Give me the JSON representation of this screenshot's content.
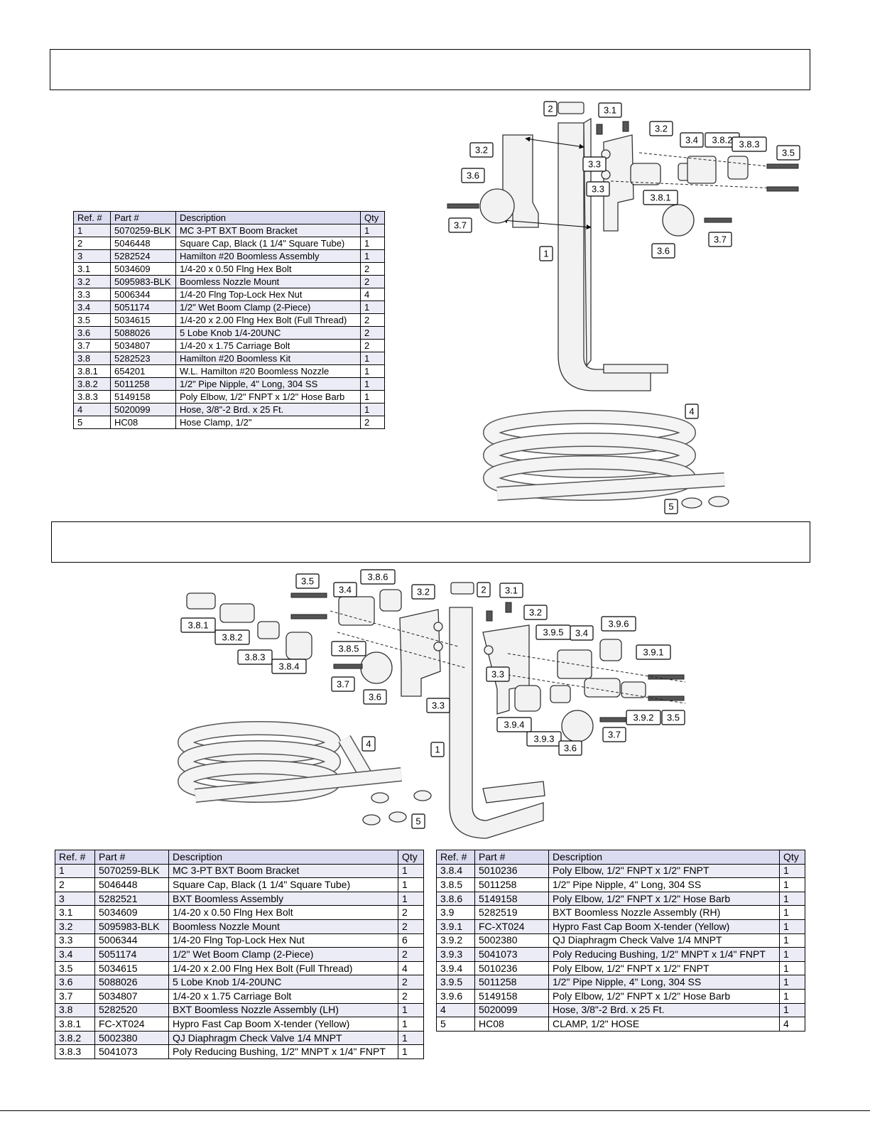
{
  "section1": {
    "title": "",
    "table": {
      "headers": [
        "Ref. #",
        "Part #",
        "Description",
        "Qty"
      ],
      "rows": [
        [
          "1",
          "5070259-BLK",
          "MC 3-PT BXT Boom Bracket",
          "1"
        ],
        [
          "2",
          "5046448",
          "Square Cap, Black (1 1/4\" Square Tube)",
          "1"
        ],
        [
          "3",
          "5282524",
          "Hamilton #20 Boomless Assembly",
          "1"
        ],
        [
          "3.1",
          "5034609",
          "1/4-20 x 0.50 Flng Hex Bolt",
          "2"
        ],
        [
          "3.2",
          "5095983-BLK",
          "Boomless Nozzle Mount",
          "2"
        ],
        [
          "3.3",
          "5006344",
          "1/4-20 Flng Top-Lock Hex Nut",
          "4"
        ],
        [
          "3.4",
          "5051174",
          "1/2\" Wet Boom Clamp (2-Piece)",
          "1"
        ],
        [
          "3.5",
          "5034615",
          "1/4-20 x 2.00 Flng Hex Bolt (Full Thread)",
          "2"
        ],
        [
          "3.6",
          "5088026",
          "5 Lobe Knob 1/4-20UNC",
          "2"
        ],
        [
          "3.7",
          "5034807",
          "1/4-20 x 1.75 Carriage Bolt",
          "2"
        ],
        [
          "3.8",
          "5282523",
          "Hamilton #20 Boomless Kit",
          "1"
        ],
        [
          "3.8.1",
          "654201",
          "W.L. Hamilton #20 Boomless Nozzle",
          "1"
        ],
        [
          "3.8.2",
          "5011258",
          "1/2\" Pipe Nipple, 4\" Long, 304 SS",
          "1"
        ],
        [
          "3.8.3",
          "5149158",
          "Poly Elbow, 1/2\" FNPT x 1/2\" Hose Barb",
          "1"
        ],
        [
          "4",
          "5020099",
          "Hose, 3/8\"-2 Brd. x 25 Ft.",
          "1"
        ],
        [
          "5",
          "HC08",
          "Hose Clamp, 1/2\"",
          "2"
        ]
      ]
    },
    "callouts": [
      "2",
      "3.1",
      "3.2",
      "3.2",
      "3.4",
      "3.8.2",
      "3.8.3",
      "3.5",
      "3.3",
      "3.3",
      "3.6",
      "3.8.1",
      "3.7",
      "3.7",
      "3.6",
      "1",
      "4",
      "5"
    ]
  },
  "section2": {
    "title": "",
    "table_left": {
      "headers": [
        "Ref. #",
        "Part #",
        "Description",
        "Qty"
      ],
      "rows": [
        [
          "1",
          "5070259-BLK",
          "MC 3-PT BXT Boom Bracket",
          "1"
        ],
        [
          "2",
          "5046448",
          "Square Cap, Black (1 1/4\" Square Tube)",
          "1"
        ],
        [
          "3",
          "5282521",
          "BXT Boomless Assembly",
          "1"
        ],
        [
          "3.1",
          "5034609",
          "1/4-20 x 0.50 Flng Hex Bolt",
          "2"
        ],
        [
          "3.2",
          "5095983-BLK",
          "Boomless Nozzle Mount",
          "2"
        ],
        [
          "3.3",
          "5006344",
          "1/4-20 Flng Top-Lock Hex Nut",
          "6"
        ],
        [
          "3.4",
          "5051174",
          "1/2\" Wet Boom Clamp (2-Piece)",
          "2"
        ],
        [
          "3.5",
          "5034615",
          "1/4-20 x 2.00 Flng Hex Bolt (Full Thread)",
          "4"
        ],
        [
          "3.6",
          "5088026",
          "5 Lobe Knob 1/4-20UNC",
          "2"
        ],
        [
          "3.7",
          "5034807",
          "1/4-20 x 1.75 Carriage Bolt",
          "2"
        ],
        [
          "3.8",
          "5282520",
          "BXT Boomless Nozzle Assembly (LH)",
          "1"
        ],
        [
          "3.8.1",
          "FC-XT024",
          "Hypro Fast Cap Boom X-tender (Yellow)",
          "1"
        ],
        [
          "3.8.2",
          "5002380",
          "QJ Diaphragm Check Valve 1/4 MNPT",
          "1"
        ],
        [
          "3.8.3",
          "5041073",
          "Poly Reducing Bushing, 1/2\" MNPT x 1/4\" FNPT",
          "1"
        ]
      ]
    },
    "table_right": {
      "headers": [
        "Ref. #",
        "Part #",
        "Description",
        "Qty"
      ],
      "rows": [
        [
          "3.8.4",
          "5010236",
          "Poly Elbow, 1/2\" FNPT x 1/2\" FNPT",
          "1"
        ],
        [
          "3.8.5",
          "5011258",
          "1/2\" Pipe Nipple, 4\" Long, 304 SS",
          "1"
        ],
        [
          "3.8.6",
          "5149158",
          "Poly Elbow, 1/2\" FNPT x 1/2\" Hose Barb",
          "1"
        ],
        [
          "3.9",
          "5282519",
          "BXT Boomless Nozzle Assembly (RH)",
          "1"
        ],
        [
          "3.9.1",
          "FC-XT024",
          "Hypro Fast Cap Boom X-tender (Yellow)",
          "1"
        ],
        [
          "3.9.2",
          "5002380",
          "QJ Diaphragm Check Valve 1/4 MNPT",
          "1"
        ],
        [
          "3.9.3",
          "5041073",
          "Poly Reducing Bushing, 1/2\" MNPT x 1/4\" FNPT",
          "1"
        ],
        [
          "3.9.4",
          "5010236",
          "Poly Elbow, 1/2\" FNPT x 1/2\" FNPT",
          "1"
        ],
        [
          "3.9.5",
          "5011258",
          "1/2\" Pipe Nipple, 4\" Long, 304 SS",
          "1"
        ],
        [
          "3.9.6",
          "5149158",
          "Poly Elbow, 1/2\" FNPT x 1/2\" Hose Barb",
          "1"
        ],
        [
          "4",
          "5020099",
          "Hose, 3/8\"-2 Brd. x 25 Ft.",
          "1"
        ],
        [
          "5",
          "HC08",
          "CLAMP, 1/2\" HOSE",
          "4"
        ]
      ]
    },
    "callouts": [
      "3.5",
      "3.4",
      "3.8.6",
      "3.2",
      "2",
      "3.1",
      "3.2",
      "3.8.1",
      "3.8.2",
      "3.8.3",
      "3.8.4",
      "3.8.5",
      "3.7",
      "3.6",
      "3.3",
      "3.3",
      "3.9.5",
      "3.4",
      "3.9.6",
      "3.9.1",
      "3.9.4",
      "3.9.3",
      "3.6",
      "3.7",
      "3.9.2",
      "3.5",
      "4",
      "1",
      "5"
    ]
  }
}
